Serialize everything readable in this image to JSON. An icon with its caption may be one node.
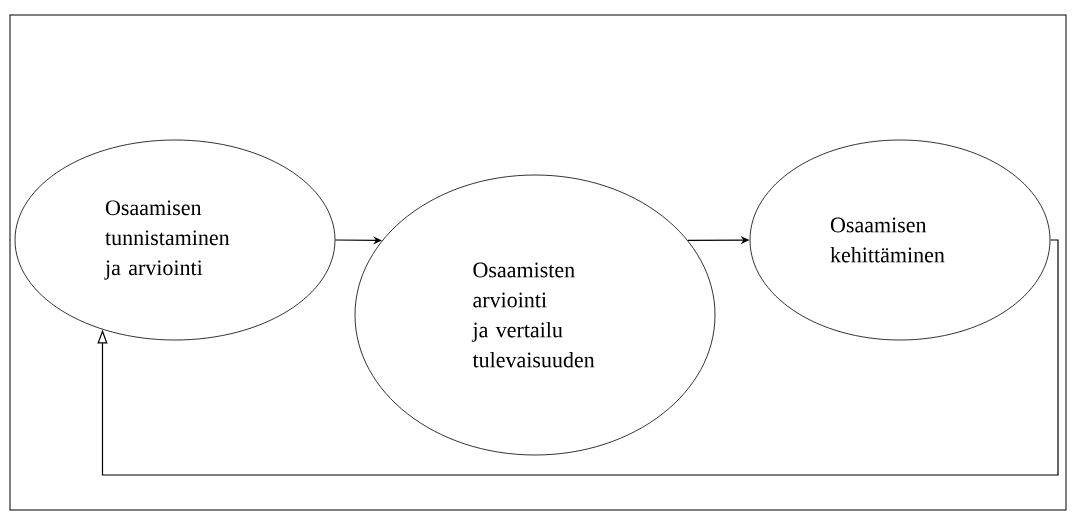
{
  "diagram": {
    "nodes": [
      {
        "text": [
          "Osaamisen tunnistaminen ja arviointi"
        ]
      },
      {
        "text": [
          "Osaamisten arviointi ja vertailu tulevaisuuden"
        ]
      },
      {
        "text": [
          "Osaamisen kehittäminen"
        ]
      }
    ],
    "edges": [
      {
        "from": 0,
        "to": 1,
        "arrow": "to"
      },
      {
        "from": 1,
        "to": 2,
        "arrow": "to"
      },
      {
        "from": 2,
        "to": 0,
        "arrow": "to"
      }
    ]
  }
}
